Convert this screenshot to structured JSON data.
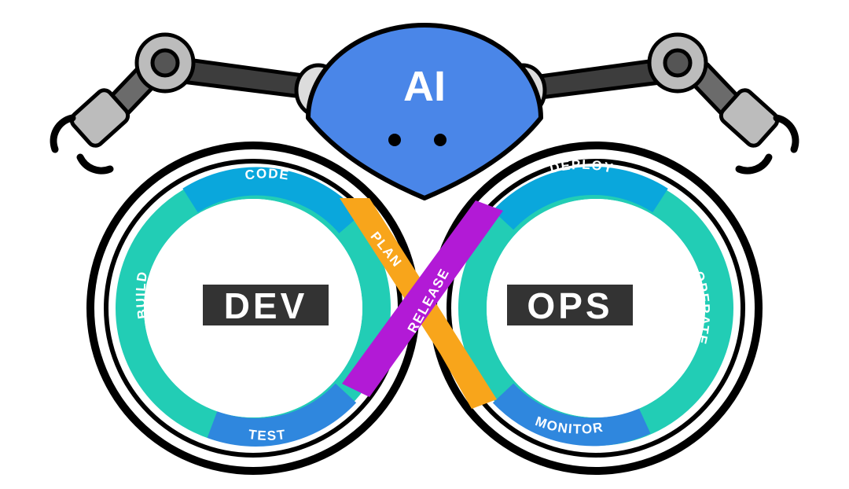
{
  "robot": {
    "badge": "AI"
  },
  "loops": {
    "left_title": "DEV",
    "right_title": "OPS"
  },
  "stages": {
    "code": "CODE",
    "build": "BUILD",
    "test": "TEST",
    "plan": "PLAN",
    "release": "RELEASE",
    "deploy": "DEPLOY",
    "operate": "OPERATE",
    "monitor": "MONITOR"
  },
  "colors": {
    "teal": "#22cdb5",
    "sky": "#0aa7dc",
    "blue": "#2f87de",
    "orange": "#f8a51b",
    "purple": "#b21ad6",
    "robot_blue": "#4a86e8",
    "label_bg": "#333333",
    "outline": "#000000"
  }
}
